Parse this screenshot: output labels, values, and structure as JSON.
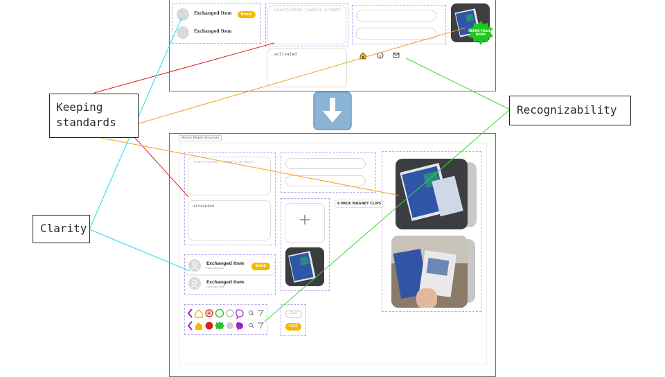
{
  "before": {
    "item1": "Exchanged Item",
    "item2": "Exchanged Item",
    "done": "Done!",
    "unactivated": "unactivated (sample prompt)",
    "activated": "activated",
    "book_label": "PAPER TRAILS BOOK"
  },
  "after": {
    "tab": "Atomic Mobile Structure",
    "unactivated": "inactivated (sample prompt)",
    "activated": "activated",
    "magnet": "6 PACK MAGNET CLIPS",
    "item1": "Exchanged Item",
    "item1_sub": "From Jake Doe",
    "item2": "Exchanged Item",
    "item2_sub": "From Jake Doe",
    "done": "DONE",
    "text_btn": "TEXT",
    "text_btn_active": "TEXT",
    "plus": "+"
  },
  "callouts": {
    "keeping": "Keeping standards",
    "clarity": "Clarity",
    "recognizability": "Recognizability"
  },
  "colors": {
    "red": "#d92020",
    "orange": "#f0a020",
    "cyan": "#22d8e8",
    "green": "#38d838",
    "dash": "#b9a6ee",
    "arrow": "#8ab4d6"
  }
}
